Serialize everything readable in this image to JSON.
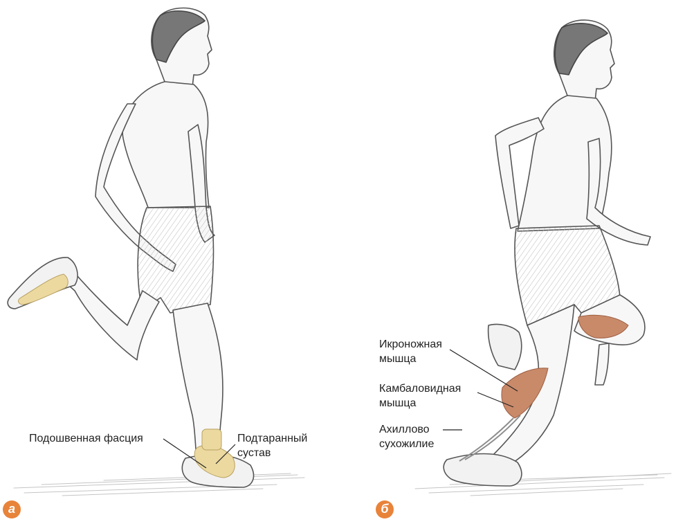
{
  "colors": {
    "marker": "#e8833a",
    "skin_line": "#555555",
    "shorts": "#d6d6d6",
    "bone": "#ecd9a0",
    "muscle": "#c98a6a",
    "ground": "#bdbdbd",
    "leader": "#222222"
  },
  "panel_a": {
    "marker": "а",
    "labels": {
      "plantar_fascia": "Подошвенная фасция",
      "subtalar_line1": "Подтаранный",
      "subtalar_line2": "сустав"
    }
  },
  "panel_b": {
    "marker": "б",
    "labels": {
      "gastrocnemius_line1": "Икроножная",
      "gastrocnemius_line2": "мышца",
      "soleus_line1": "Камбаловидная",
      "soleus_line2": "мышца",
      "achilles_line1": "Ахиллово",
      "achilles_line2": "сухожилие"
    }
  }
}
